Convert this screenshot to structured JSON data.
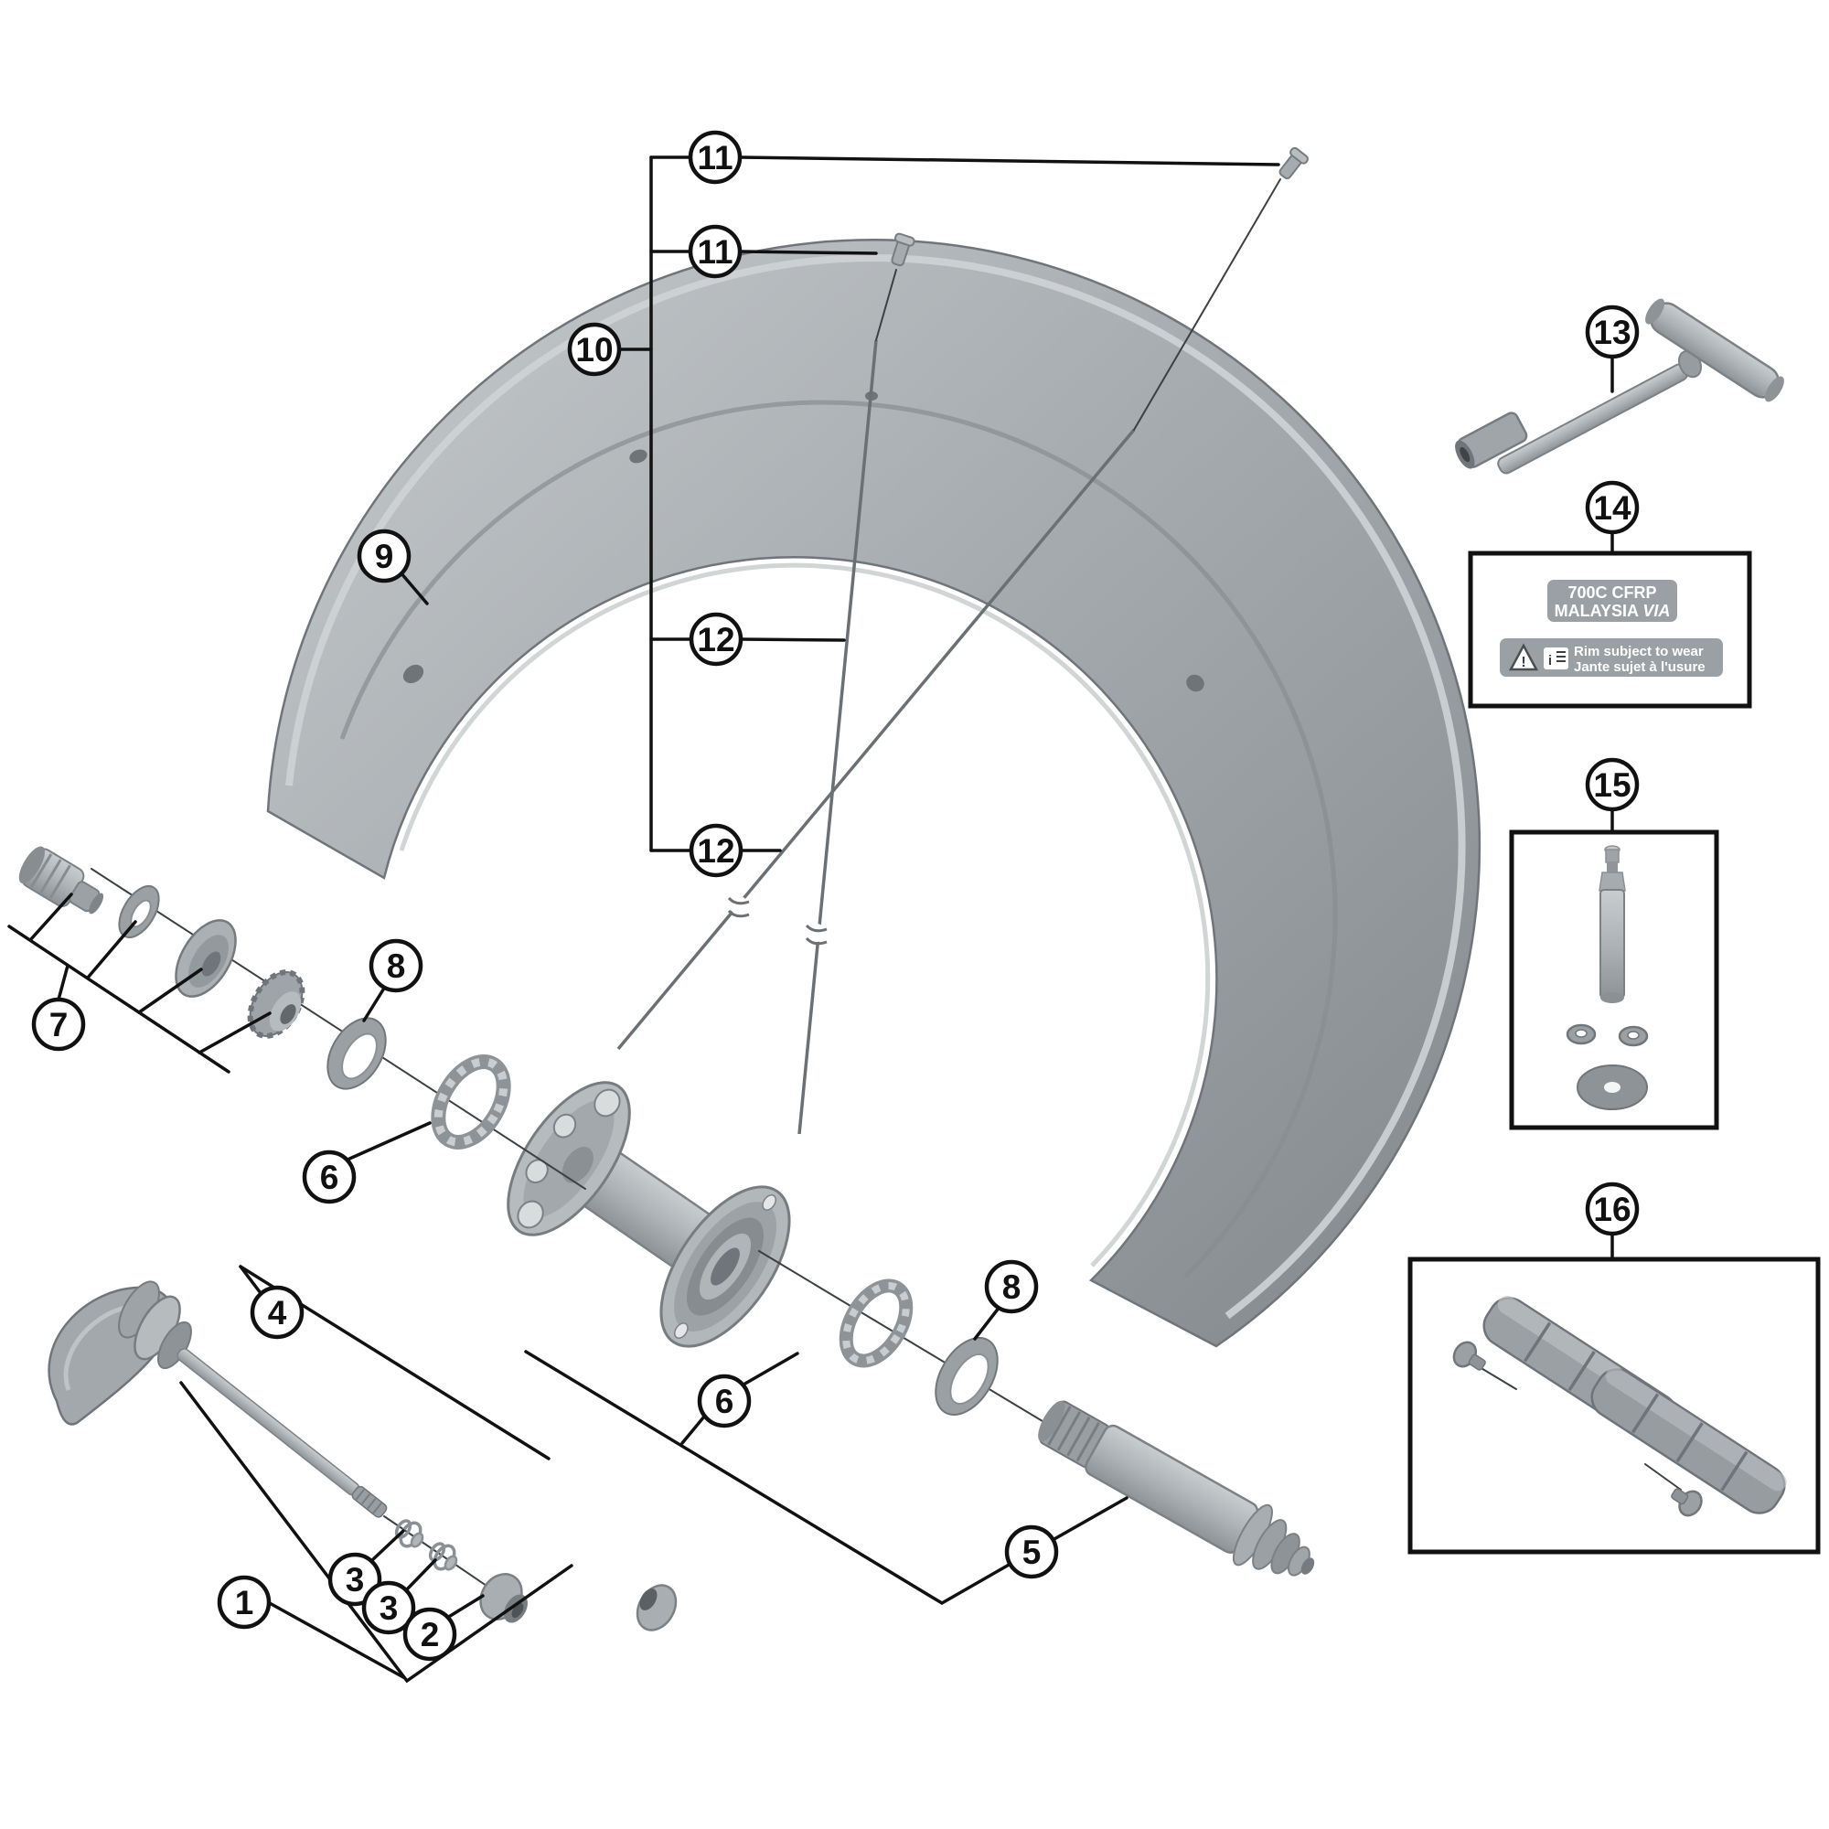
{
  "page": {
    "background": "#ffffff"
  },
  "colors": {
    "line": "#111111",
    "part_light": "#c9cdcf",
    "part_mid": "#aeb3b7",
    "part_dark": "#8d9397",
    "badge_gray": "#9aa0a4"
  },
  "callouts": [
    {
      "label": "11"
    },
    {
      "label": "11"
    },
    {
      "label": "10"
    },
    {
      "label": "12"
    },
    {
      "label": "12"
    },
    {
      "label": "9"
    },
    {
      "label": "13"
    },
    {
      "label": "14"
    },
    {
      "label": "15"
    },
    {
      "label": "16"
    },
    {
      "label": "7"
    },
    {
      "label": "8"
    },
    {
      "label": "6"
    },
    {
      "label": "4"
    },
    {
      "label": "1"
    },
    {
      "label": "3"
    },
    {
      "label": "3"
    },
    {
      "label": "2"
    },
    {
      "label": "6"
    },
    {
      "label": "8"
    },
    {
      "label": "5"
    }
  ],
  "rim_label_box": {
    "size_line": "700C  CFRP",
    "origin_line": "MALAYSIA ",
    "logo": "VIA",
    "warning_en": "Rim subject to wear",
    "warning_fr": "Jante sujet à l'usure",
    "warning_symbol": "!",
    "info_symbol": "i"
  }
}
